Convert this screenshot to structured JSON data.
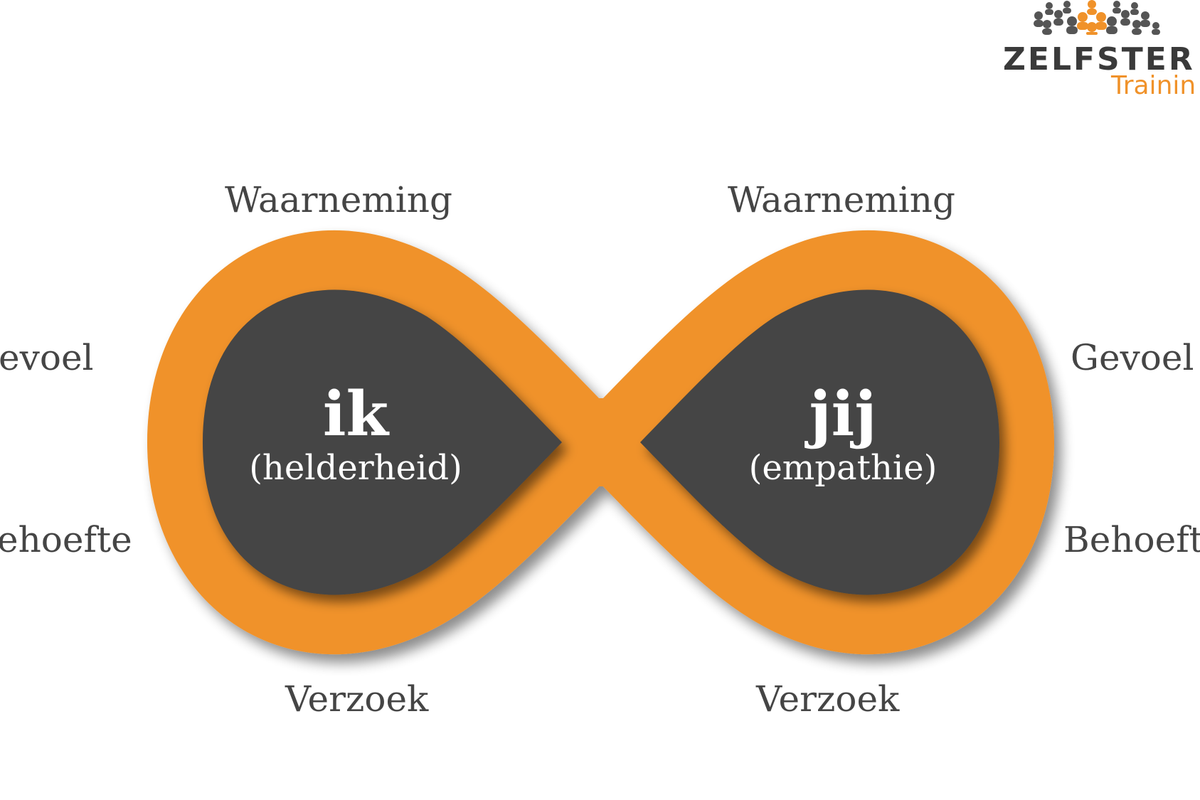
{
  "colors": {
    "orange": "#f0922a",
    "dark": "#454545",
    "text": "#454545",
    "logo_dark": "#3a3a3a"
  },
  "logo": {
    "name": "ZELFSTER",
    "subtitle": "Trainin",
    "icon": "people-crowd-icon"
  },
  "left": {
    "title": "ik",
    "subtitle": "(helderheid)",
    "labels": {
      "top": "Waarneming",
      "side_upper": "evoel",
      "side_lower": "ehoefte",
      "bottom": "Verzoek"
    }
  },
  "right": {
    "title": "jij",
    "subtitle": "(empathie)",
    "labels": {
      "top": "Waarneming",
      "side_upper": "Gevoel",
      "side_lower": "Behoeft",
      "bottom": "Verzoek"
    }
  }
}
